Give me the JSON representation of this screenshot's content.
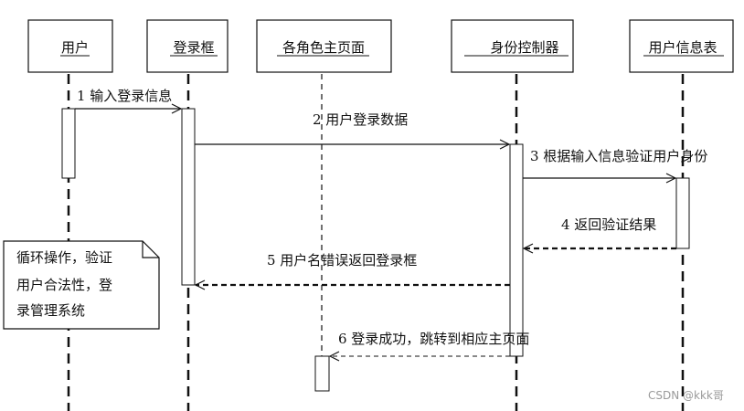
{
  "lifelines": {
    "user": "用户",
    "login_box": "登录框",
    "role_home": "各角色主页面",
    "identity_controller": "身份控制器",
    "user_info_table": "用户信息表"
  },
  "messages": {
    "m1": "1 输入登录信息",
    "m2": "2 用户登录数据",
    "m3": "3 根据输入信息验证用户身份",
    "m4": "4 返回验证结果",
    "m5": "5 用户名错误返回登录框",
    "m6": "6 登录成功，跳转到相应主页面"
  },
  "note": {
    "line1": "循环操作，验证",
    "line2": "用户合法性，登",
    "line3": "录管理系统"
  },
  "watermark": "CSDN @kkk哥"
}
